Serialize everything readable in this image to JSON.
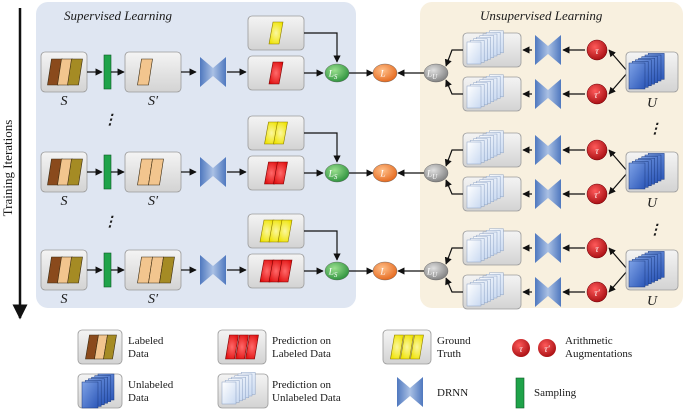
{
  "diagram": {
    "supervised_title": "Supervised Learning",
    "unsupervised_title": "Unsupervised Learning",
    "axis_label": "Training Iterations",
    "labeled_set": "S",
    "sampled_set": "S′",
    "unlabeled_set": "U",
    "loss_supervised": "L",
    "loss_supervised_sub": "S",
    "loss_total": "L",
    "loss_unsupervised": "L",
    "loss_unsupervised_sub": "U",
    "aug_tau": "τ",
    "aug_tau_prime": "τ′",
    "ellipsis": "⋮"
  },
  "legend": {
    "labeled_data": [
      "Labeled",
      "Data"
    ],
    "prediction_labeled": [
      "Prediction on",
      "Labeled Data"
    ],
    "ground_truth": [
      "Ground",
      "Truth"
    ],
    "arithmetic_aug": [
      "Arithmetic",
      "Augmentations"
    ],
    "unlabeled_data": [
      "Unlabeled",
      "Data"
    ],
    "prediction_unlabeled": [
      "Prediction on",
      "Unlabeled Data"
    ],
    "drnn": "DRNN",
    "sampling": "Sampling"
  },
  "colors": {
    "supervised_bg": "#dfe6f2",
    "unsupervised_bg": "#f8f0df",
    "sampling_bar": "#1fa34a",
    "loss_s": "#3cab4a",
    "loss_total": "#ef7d2f",
    "loss_u": "#9a9a9a",
    "aug_red": "#c8141a",
    "prediction_red": "#e81a1a",
    "ground_truth_yellow": "#f3ee10",
    "unlabeled_blue": "#3f6fd0",
    "drnn_blue": "#6f93cc"
  }
}
